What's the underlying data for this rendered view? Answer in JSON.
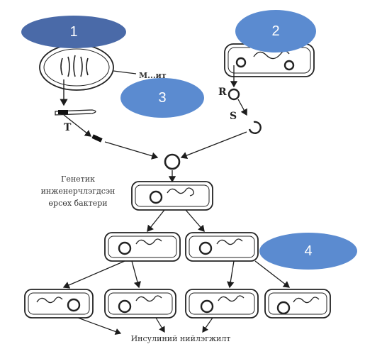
{
  "callouts": [
    {
      "label": "1",
      "color": "#4a6aa8"
    },
    {
      "label": "2",
      "color": "#5b8bd0"
    },
    {
      "label": "3",
      "color": "#5b8bd0"
    },
    {
      "label": "4",
      "color": "#5b8bd0"
    }
  ],
  "labels": {
    "R": "R",
    "S": "S",
    "T": "T",
    "top_middle": "М...ит",
    "left_caption_lines": [
      "Генетик",
      "инженерчлэгдсэн",
      "өрсөх бактери"
    ],
    "bottom_caption": "Инсулиний нийлэгжилт"
  },
  "colors": {
    "line": "#1c1c1c",
    "cell_border": "#222222"
  }
}
